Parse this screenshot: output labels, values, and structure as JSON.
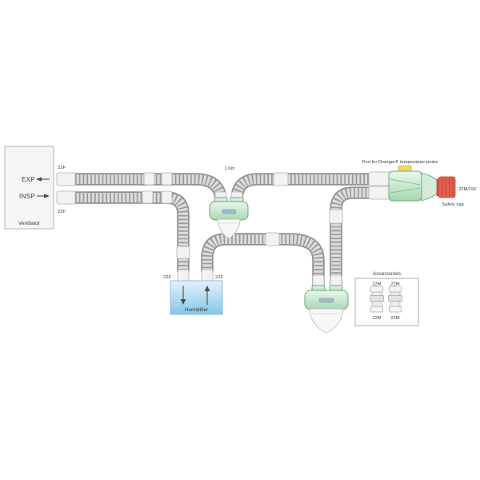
{
  "diagram": {
    "ventilator": {
      "title": "Ventilator",
      "exp_label": "EXP",
      "insp_label": "INSP",
      "exp_port": "22F",
      "insp_port": "22F"
    },
    "circuit": {
      "hose_length": "1.6m"
    },
    "patient_end": {
      "temp_probe_label": "Port for Draeger® temperature probe",
      "connector_size": "22M/15F",
      "safety_cap_label": "Safety cap"
    },
    "humidifier": {
      "title": "Humidifier",
      "inlet_port": "22F",
      "outlet_port": "22F"
    },
    "accessories": {
      "title": "Accessories",
      "adapters": [
        {
          "top": "22M",
          "bottom": "22M"
        },
        {
          "top": "22M",
          "bottom": "22M"
        }
      ]
    },
    "colors": {
      "hose_outer": "#8f8f8f",
      "hose_inner": "#dcdcdc",
      "cuff": "#f2f2f2",
      "green_light": "#e9f7ec",
      "green_dark": "#a8d8b2",
      "green_edge": "#6aa97a",
      "safety_cap": "#e2604f",
      "probe_cap": "#ead964",
      "humidifier_top": "#e3f2fb",
      "humidifier_bottom": "#85c6e8",
      "text": "#3c3c3c"
    }
  }
}
